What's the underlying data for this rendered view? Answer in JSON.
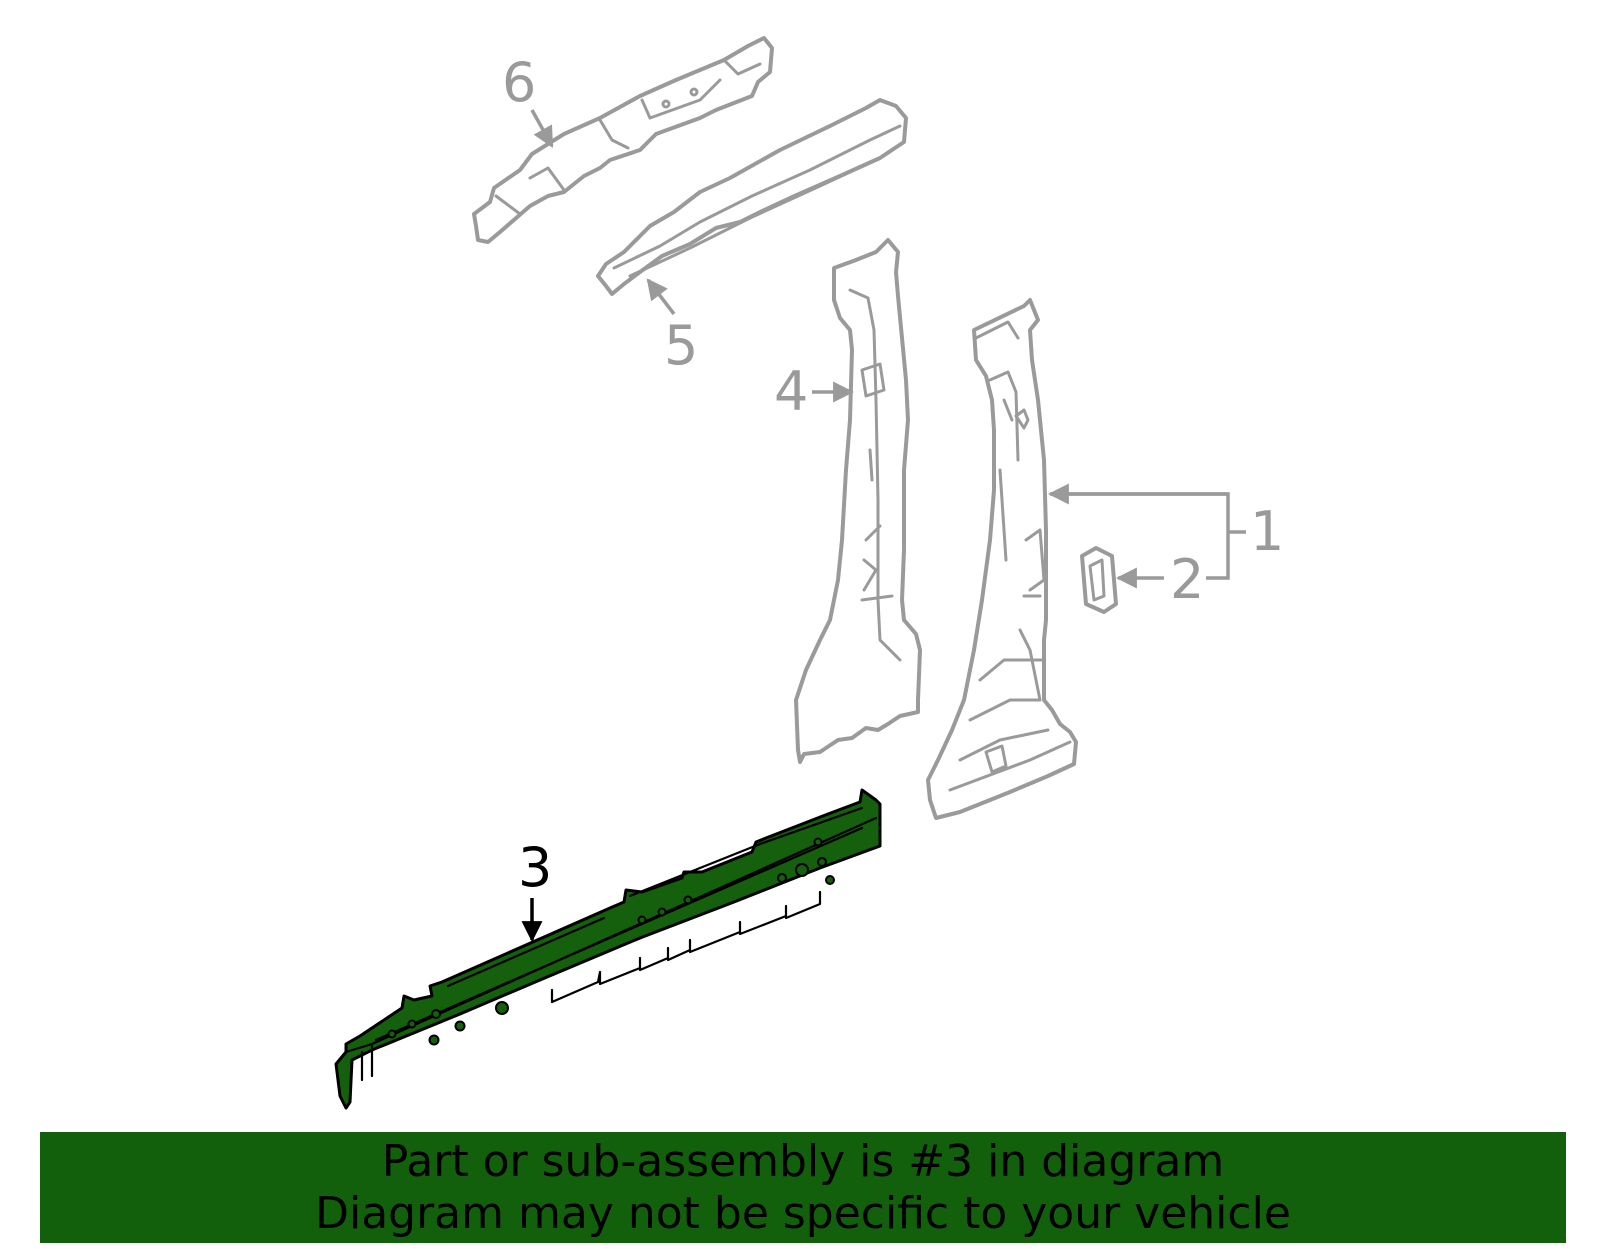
{
  "callouts": {
    "c1": "1",
    "c2": "2",
    "c3": "3",
    "c4": "4",
    "c5": "5",
    "c6": "6"
  },
  "highlighted_part": "3",
  "colors": {
    "highlight_fill": "#15600c",
    "banner_bg": "#12600c",
    "ghost_stroke": "#9a9a9a",
    "text": "#000000"
  },
  "banner": {
    "line1": "Part or sub-assembly is #3 in diagram",
    "line2": "Diagram may not be specific to your vehicle"
  }
}
